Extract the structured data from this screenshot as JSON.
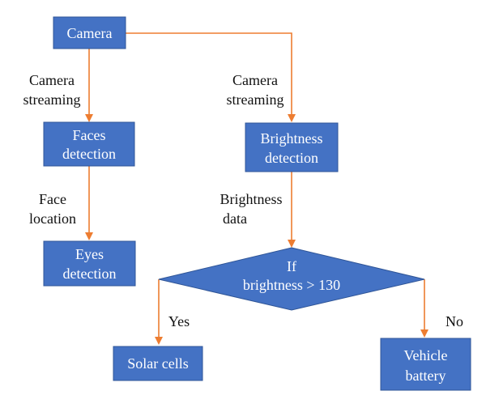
{
  "colors": {
    "node_fill": "#4472c4",
    "node_stroke": "#2f5597",
    "edge": "#ed7d31",
    "node_text": "#ffffff",
    "label_text": "#111111"
  },
  "nodes": {
    "camera": {
      "text": "Camera"
    },
    "faces_detection": {
      "line1": "Faces",
      "line2": "detection"
    },
    "eyes_detection": {
      "line1": "Eyes",
      "line2": "detection"
    },
    "brightness_detection": {
      "line1": "Brightness",
      "line2": "detection"
    },
    "decision": {
      "line1": "If",
      "line2": "brightness > 130"
    },
    "solar_cells": {
      "text": "Solar cells"
    },
    "vehicle_battery": {
      "line1": "Vehicle",
      "line2": "battery"
    }
  },
  "edge_labels": {
    "camera_streaming_left": {
      "line1": "Camera",
      "line2": "streaming"
    },
    "camera_streaming_right": {
      "line1": "Camera",
      "line2": "streaming"
    },
    "face_location": {
      "line1": "Face",
      "line2": "location"
    },
    "brightness_data": {
      "line1": "Brightness",
      "line2": "data"
    },
    "yes": {
      "text": "Yes"
    },
    "no": {
      "text": "No"
    }
  }
}
